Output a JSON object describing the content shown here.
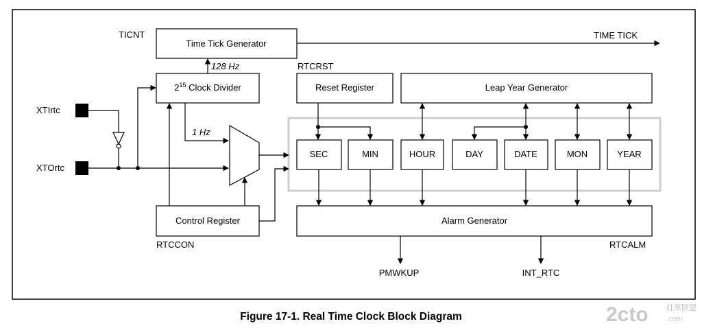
{
  "diagram": {
    "labels": {
      "ticnt": "TICNT",
      "time_tick_generator": "Time Tick Generator",
      "time_tick": "TIME TICK",
      "freq_128": "128 Hz",
      "rtcrst": "RTCRST",
      "clock_divider_base": "2",
      "clock_divider_exp": "15",
      "clock_divider_text": " Clock Divider",
      "reset_register": "Reset Register",
      "leap_year_generator": "Leap Year Generator",
      "xtirtc": "XTIrtc",
      "xtortc": "XTOrtc",
      "freq_1": "1 Hz",
      "sec": "SEC",
      "min": "MIN",
      "hour": "HOUR",
      "day": "DAY",
      "date": "DATE",
      "mon": "MON",
      "year": "YEAR",
      "control_register": "Control Register",
      "alarm_generator": "Alarm Generator",
      "rtccon": "RTCCON",
      "rtcalm": "RTCALM",
      "pmwkup": "PMWKUP",
      "int_rtc": "INT_RTC"
    },
    "caption": "Figure 17-1. Real Time Clock Block Diagram",
    "watermark": {
      "main": "2cto",
      "sub": "红黑联盟",
      "domain": ".com"
    }
  }
}
